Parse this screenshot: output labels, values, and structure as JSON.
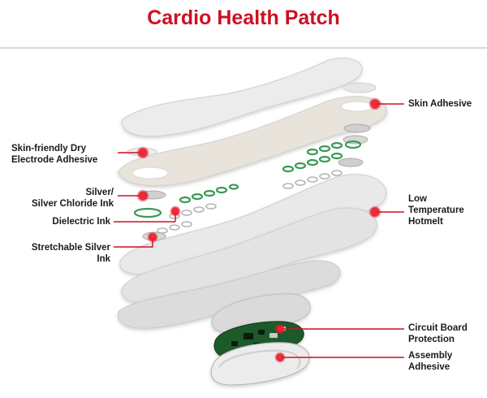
{
  "title": "Cardio Health Patch",
  "colors": {
    "accent": "#cc1122",
    "layer_fill": "#e3e3e3",
    "layer_edge": "#c9c9c9",
    "ring_green": "#3a9a55",
    "pcb_green": "#1e5a2a"
  },
  "callouts": {
    "skin_adhesive": {
      "lines": [
        "Skin Adhesive"
      ]
    },
    "dry_electrode": {
      "lines": [
        "Skin-friendly Dry",
        "Electrode Adhesive"
      ]
    },
    "silver_ink": {
      "lines": [
        "Silver/",
        "Silver Chloride Ink"
      ]
    },
    "dielectric_ink": {
      "lines": [
        "Dielectric Ink"
      ]
    },
    "hotmelt": {
      "lines": [
        "Low",
        "Temperature",
        "Hotmelt"
      ]
    },
    "stretchable_silver": {
      "lines": [
        "Stretchable Silver",
        "Ink"
      ]
    },
    "circuit_board": {
      "lines": [
        "Circuit Board",
        "Protection"
      ]
    },
    "assembly_adhesive": {
      "lines": [
        "Assembly",
        "Adhesive"
      ]
    }
  }
}
